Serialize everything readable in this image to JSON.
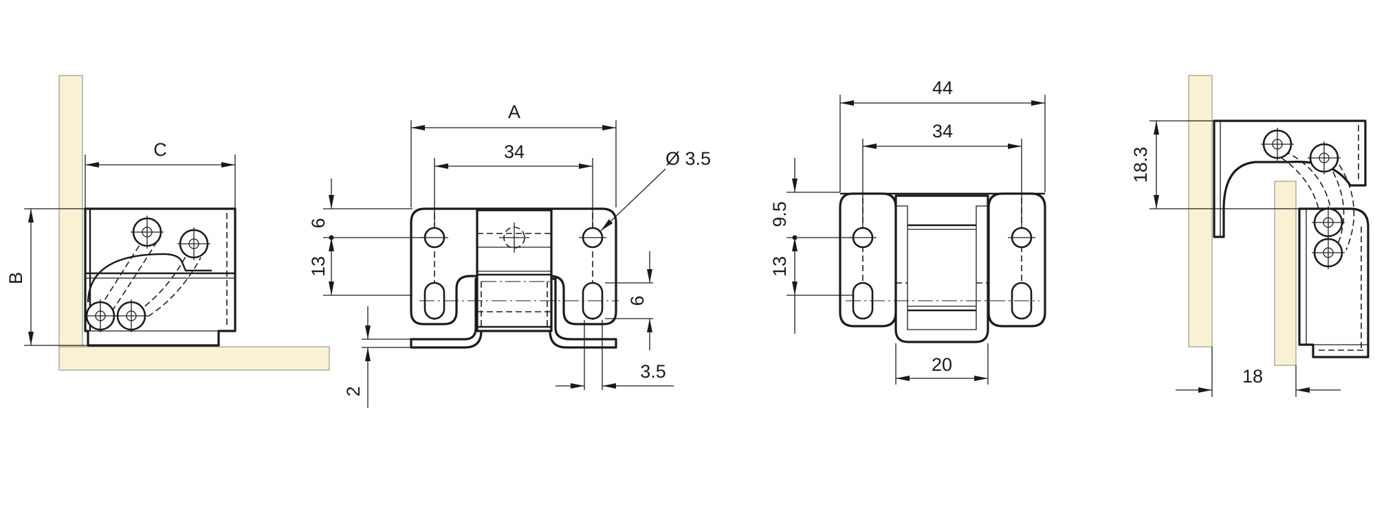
{
  "labels": {
    "c": "C",
    "b": "B",
    "a": "A",
    "d34": "34",
    "dia": "Ø 3.5",
    "d6": "6",
    "d13": "13",
    "d6b": "6",
    "d2": "2",
    "d35": "3.5",
    "d44": "44",
    "d34b": "34",
    "d95": "9.5",
    "d13b": "13",
    "d20": "20",
    "d183": "18.3",
    "d18": "18"
  }
}
